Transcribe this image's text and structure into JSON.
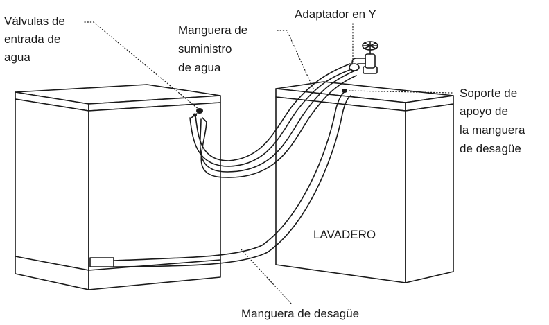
{
  "labels": {
    "inlet_valves": [
      "Válvulas de",
      "entrada de",
      "agua"
    ],
    "supply_hose": [
      "Manguera de",
      "suministro",
      "de agua"
    ],
    "y_adapter": [
      "Adaptador en Y"
    ],
    "drain_support": [
      "Soporte de",
      "apoyo de",
      "la manguera",
      "de desagüe"
    ],
    "drain_hose": [
      "Manguera de desagüe"
    ],
    "sink": "LAVADERO"
  },
  "colors": {
    "ink": "#1a1a1a",
    "background": "#ffffff"
  }
}
